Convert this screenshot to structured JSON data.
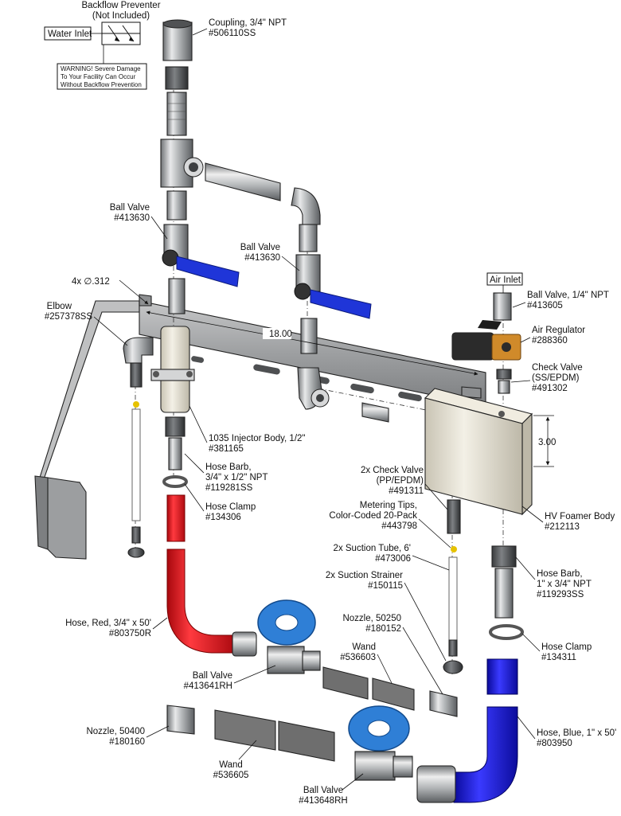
{
  "labels": {
    "backflow_preventer": [
      "Backflow Preventer",
      "(Not Included)"
    ],
    "water_inlet": "Water Inlet",
    "warning": [
      "WARNING! Severe Damage",
      "To Your Facility Can Occur",
      "Without Backflow Prevention"
    ],
    "coupling": [
      "Coupling, 3/4\" NPT",
      "#506110SS"
    ],
    "ball_valve_left": [
      "Ball Valve",
      "#413630"
    ],
    "ball_valve_center": [
      "Ball Valve",
      "#413630"
    ],
    "dimension_holes": "4x ∅.312",
    "elbow": [
      "Elbow",
      "#257378SS"
    ],
    "dimension_width": "18.00",
    "air_inlet": "Air Inlet",
    "ball_valve_air": [
      "Ball Valve, 1/4\" NPT",
      "#413605"
    ],
    "air_regulator": [
      "Air Regulator",
      "#288360"
    ],
    "check_valve_air": [
      "Check Valve",
      "(SS/EPDM)",
      "#491302"
    ],
    "dimension_height": "3.00",
    "injector_body": [
      "1035 Injector Body, 1/2\"",
      "#381165"
    ],
    "hose_barb_small": [
      "Hose Barb,",
      "3/4\" x 1/2\" NPT",
      "#119281SS"
    ],
    "hose_clamp_small": [
      "Hose Clamp",
      "#134306"
    ],
    "check_valve_pp": [
      "2x Check Valve",
      "(PP/EPDM)",
      "#491311"
    ],
    "metering_tips": [
      "Metering Tips,",
      "Color-Coded 20-Pack",
      "#443798"
    ],
    "suction_tube": [
      "2x Suction Tube, 6'",
      "#473006"
    ],
    "suction_strainer": [
      "2x Suction Strainer",
      "#150115"
    ],
    "foamer_body": [
      "HV Foamer Body",
      "#212113"
    ],
    "hose_barb_large": [
      "Hose Barb,",
      "1\" x 3/4\" NPT",
      "#119293SS"
    ],
    "hose_clamp_large": [
      "Hose Clamp",
      "#134311"
    ],
    "hose_red": [
      "Hose, Red, 3/4\" x 50'",
      "#803750R"
    ],
    "nozzle_50250": [
      "Nozzle, 50250",
      "#180152"
    ],
    "wand_upper": [
      "Wand",
      "#536603"
    ],
    "ball_valve_rh_upper": [
      "Ball Valve",
      "#413641RH"
    ],
    "nozzle_50400": [
      "Nozzle, 50400",
      "#180160"
    ],
    "hose_blue": [
      "Hose, Blue, 1\" x 50'",
      "#803950"
    ],
    "wand_lower": [
      "Wand",
      "#536605"
    ],
    "ball_valve_rh_lower": [
      "Ball Valve",
      "#413648RH"
    ]
  },
  "colors": {
    "hose_red": "#e8141b",
    "hose_blue": "#1a1ad6",
    "valve_handle_blue": "#1f35d8",
    "valve_handle_light_blue": "#2f7fd6",
    "steel": "#b9bcbf",
    "bracket": "#a7a8a9",
    "foamer_body": "#e6e1d1",
    "regulator_brass": "#d08a2a"
  }
}
